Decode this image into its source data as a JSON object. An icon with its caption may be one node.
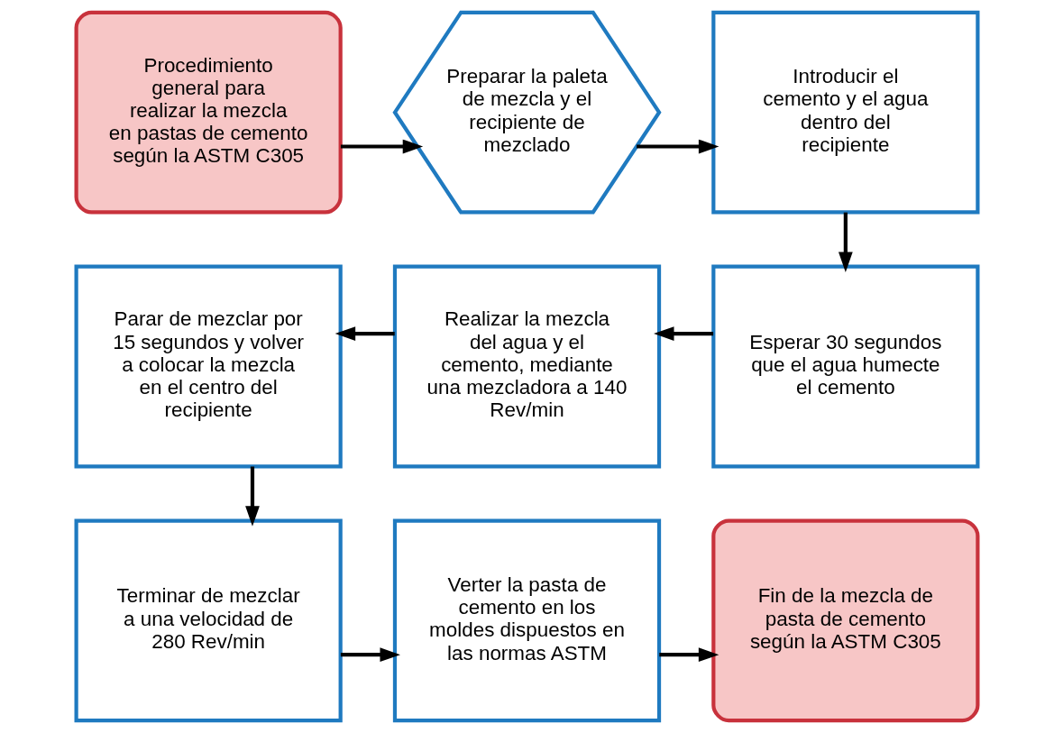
{
  "diagram": {
    "nodes": [
      {
        "text": [
          "Procedimiento general para realizar la mezcla en pastas de cemento según la ASTM C305"
        ]
      },
      {
        "text": [
          "Preparar la paleta de mezcla y el recipiente de mezclado"
        ]
      },
      {
        "text": [
          "Introducir el cemento y el agua dentro del recipiente"
        ]
      },
      {
        "text": [
          "Esperar 30 segundos que el agua humecte el cemento"
        ]
      },
      {
        "text": [
          "Realizar la mezcla del agua y el cemento, mediante una mezcladora a 140 Rev/min"
        ]
      },
      {
        "text": [
          "Parar de mezclar por 15 segundos y volver a colocar la mezcla en el centro del recipiente"
        ]
      },
      {
        "text": [
          "Terminar de mezclar a una velocidad de 280 Rev/min"
        ]
      },
      {
        "text": [
          "Verter la pasta de cemento en los moldes dispuestos en las normas ASTM"
        ]
      },
      {
        "text": [
          "Fin de la mezcla de pasta de cemento según la ASTM C305"
        ]
      }
    ],
    "edges": [
      {
        "from": 0,
        "to": 1,
        "arrow": "to"
      },
      {
        "from": 1,
        "to": 2,
        "arrow": "to"
      },
      {
        "from": 2,
        "to": 3,
        "arrow": "to"
      },
      {
        "from": 3,
        "to": 4,
        "arrow": "to"
      },
      {
        "from": 4,
        "to": 5,
        "arrow": "to"
      },
      {
        "from": 5,
        "to": 6,
        "arrow": "to"
      },
      {
        "from": 6,
        "to": 7,
        "arrow": "to"
      },
      {
        "from": 7,
        "to": 8,
        "arrow": "to"
      }
    ]
  }
}
